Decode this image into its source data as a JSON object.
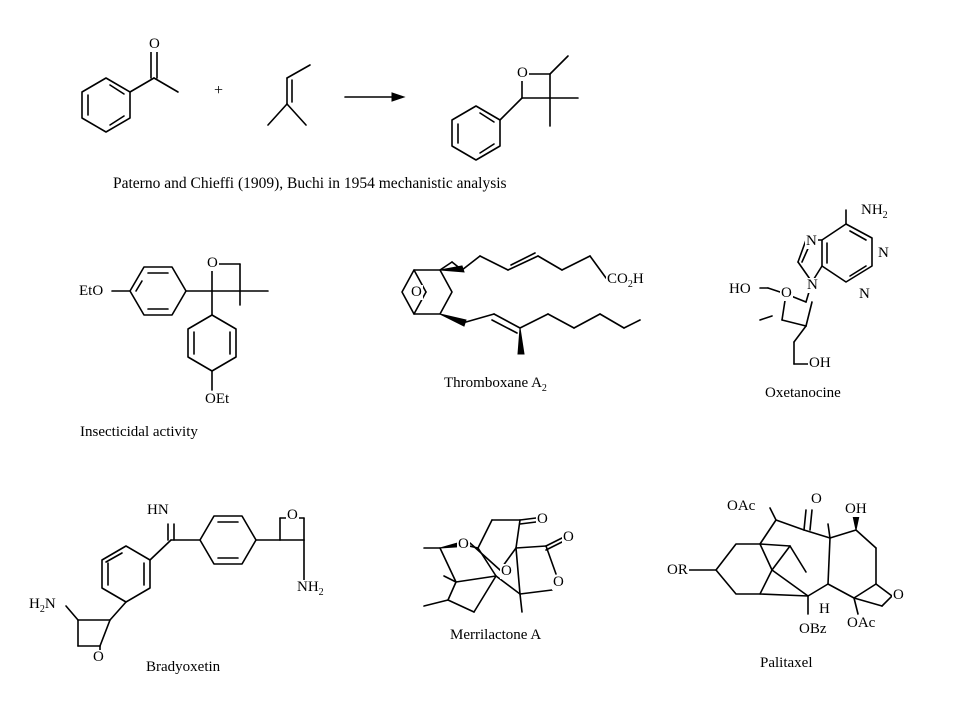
{
  "reaction": {
    "plus": "+",
    "caption": "Paterno and Chieffi (1909), Buchi in 1954 mechanistic analysis",
    "ketone_o": "O",
    "oxetane_o": "O"
  },
  "insecticide": {
    "caption": "Insecticidal activity",
    "eto": "EtO",
    "oet": "OEt",
    "o": "O"
  },
  "thromboxane": {
    "caption": "Thromboxane A",
    "caption_sub": "2",
    "o": "O",
    "acid": "CO",
    "acid_sub": "2",
    "acid_h": "H"
  },
  "oxetanocine": {
    "caption": "Oxetanocine",
    "nh": "NH",
    "nh_sub": "2",
    "n1": "N",
    "n3": "N",
    "n7": "N",
    "n9": "N",
    "ho": "HO",
    "o": "O",
    "oh": "OH"
  },
  "bradyoxetin": {
    "caption": "Bradyoxetin",
    "hn": "HN",
    "nh": "NH",
    "nh_sub": "2",
    "h2n_h": "H",
    "h2n_sub": "2",
    "h2n_n": "N",
    "o1": "O",
    "o2": "O"
  },
  "merrilactone": {
    "caption": "Merrilactone A",
    "o1": "O",
    "o2": "O",
    "o3": "O",
    "o4": "O",
    "o5": "O"
  },
  "palitaxel": {
    "caption": "Palitaxel",
    "oac1": "OAc",
    "o": "O",
    "oh": "OH",
    "or": "OR",
    "h": "H",
    "obz": "OBz",
    "oac2": "OAc",
    "ox": "O"
  }
}
